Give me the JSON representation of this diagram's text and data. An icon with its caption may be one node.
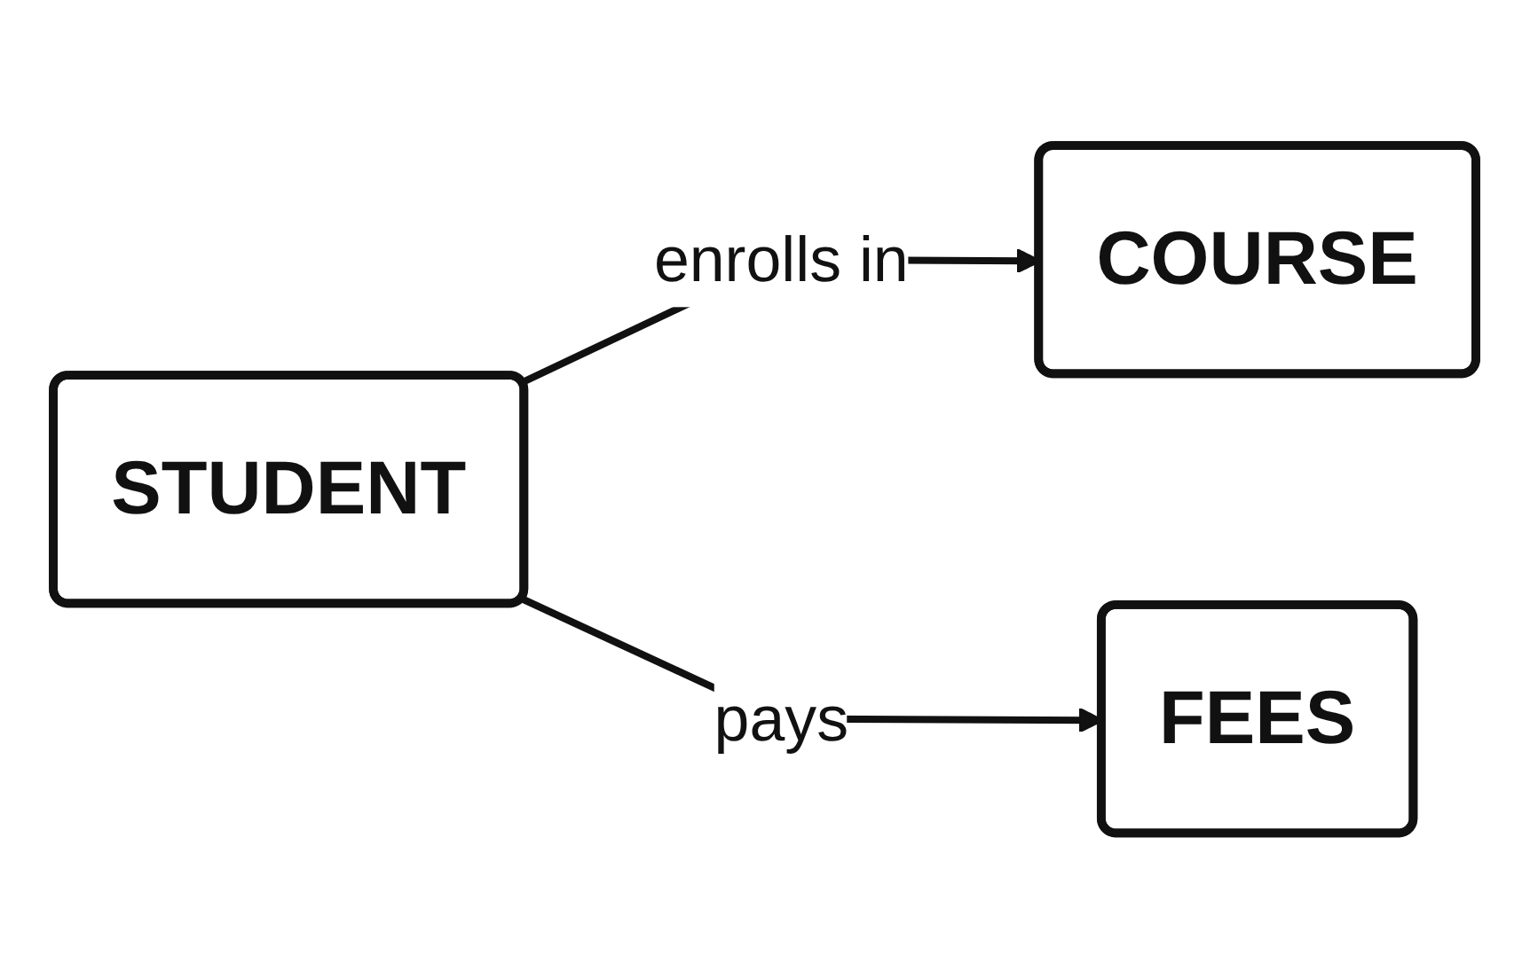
{
  "diagram": {
    "nodes": [
      {
        "text": [
          "STUDENT"
        ]
      },
      {
        "text": [
          "COURSE"
        ]
      },
      {
        "text": [
          "FEES"
        ]
      }
    ],
    "edges": [
      {
        "from": 0,
        "to": 1,
        "label": "enrolls in",
        "arrow": "to"
      },
      {
        "from": 0,
        "to": 2,
        "label": "pays",
        "arrow": "to"
      }
    ]
  }
}
